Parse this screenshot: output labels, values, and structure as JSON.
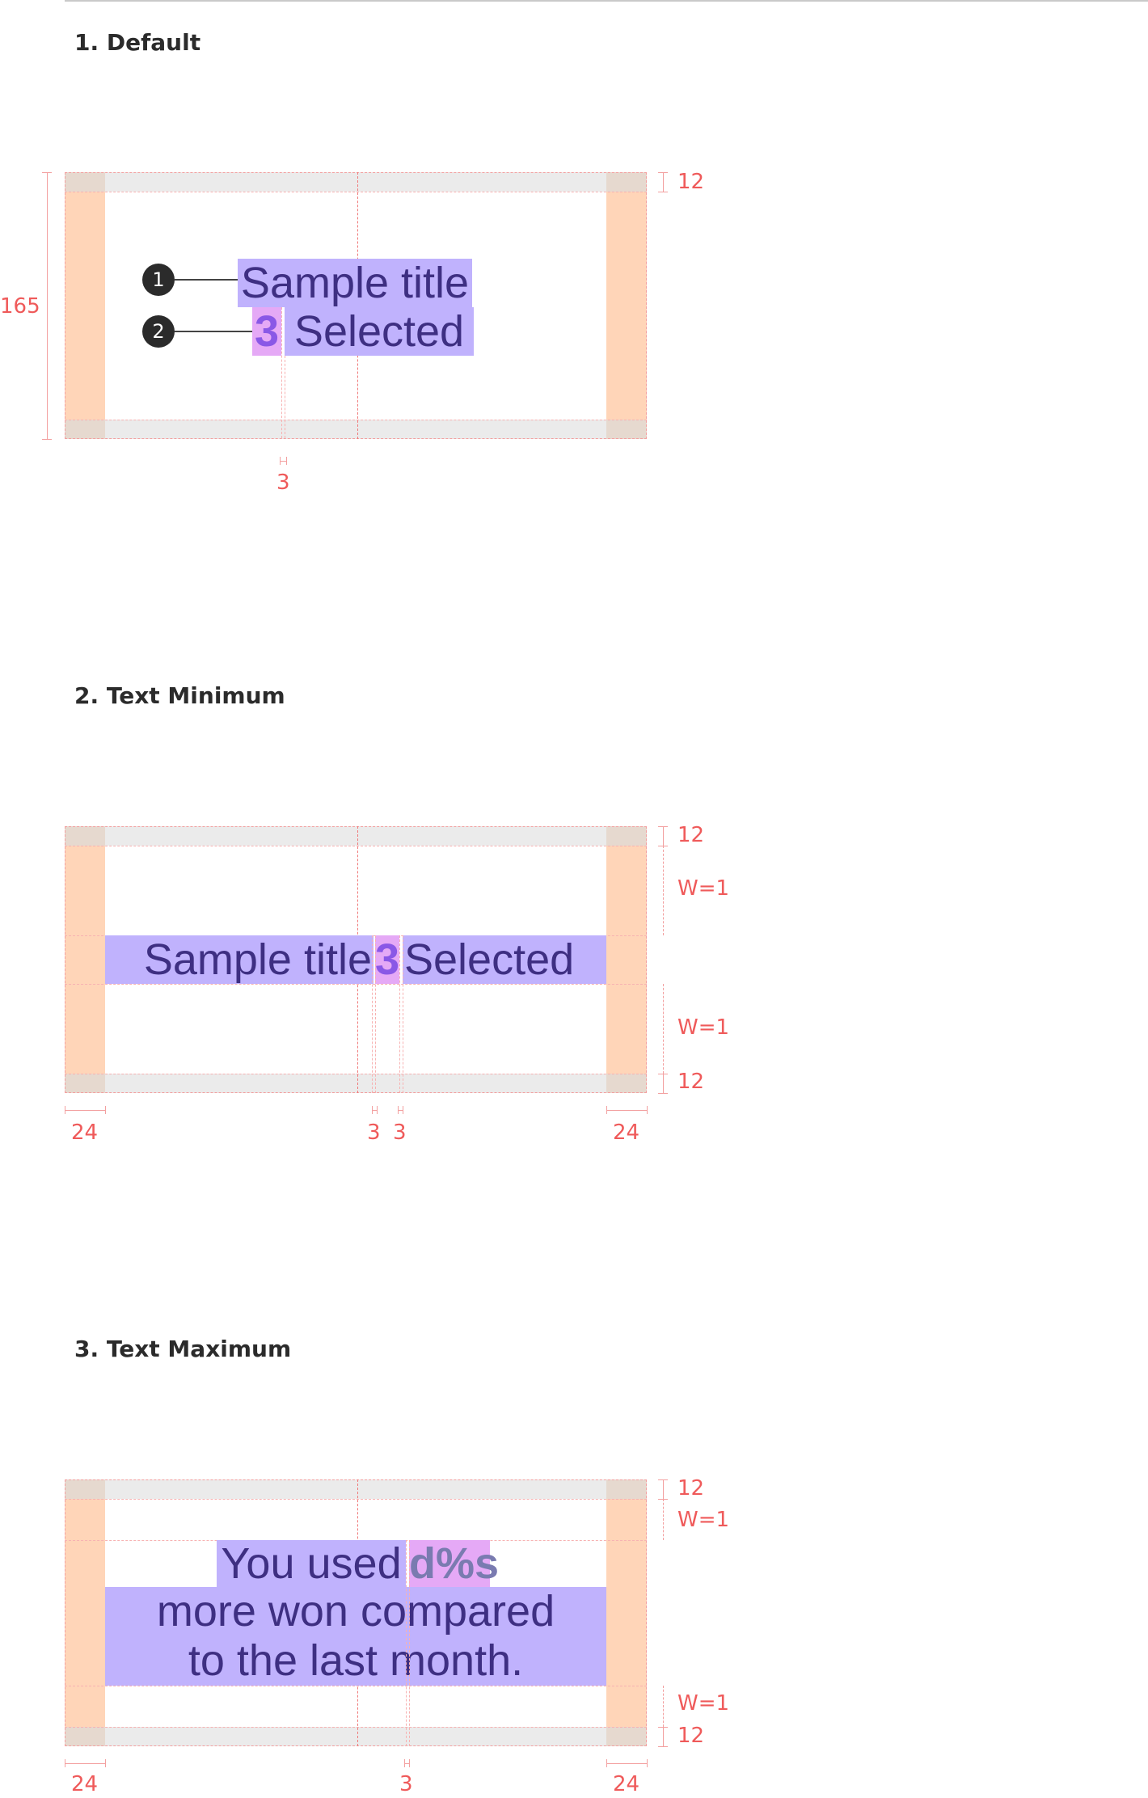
{
  "sections": [
    {
      "heading": "1. Default",
      "title": "Sample title",
      "count": "3",
      "selected": "Selected",
      "callouts": [
        "1",
        "2"
      ],
      "measure_height": "165",
      "measure_top": "12",
      "measure_gap": "3"
    },
    {
      "heading": "2. Text Minimum",
      "title": "Sample title",
      "count": "3",
      "selected": "Selected",
      "measure_top": "12",
      "measure_w_top": "W=1",
      "measure_w_bottom": "W=1",
      "measure_bottom": "12",
      "measure_left": "24",
      "measure_gap_1": "3",
      "measure_gap_2": "3",
      "measure_right": "24"
    },
    {
      "heading": "3. Text Maximum",
      "line1": "You used",
      "variable": "d%s",
      "line2": "more won compared",
      "line3": "to the last month.",
      "measure_top": "12",
      "measure_w_top": "W=1",
      "measure_w_bottom": "W=1",
      "measure_bottom": "12",
      "measure_left": "24",
      "measure_gap": "3",
      "measure_right": "24"
    }
  ],
  "colors": {
    "padding_horizontal": "#ffd5b8",
    "padding_vertical": "#ebebeb",
    "text_area": "#c0b2fd",
    "count_area": "#e5a9f6",
    "measure": "#ef5a5a"
  }
}
